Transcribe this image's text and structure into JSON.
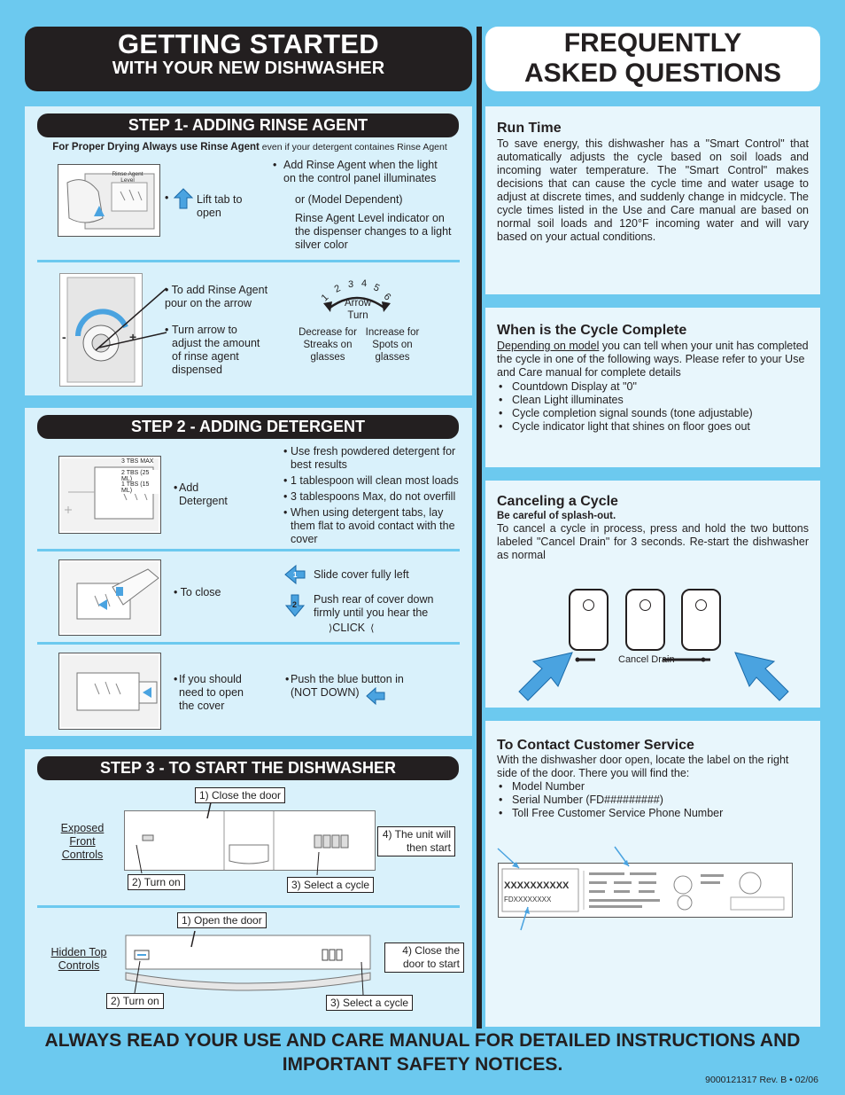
{
  "header_left": {
    "title": "GETTING STARTED",
    "subtitle": "WITH YOUR NEW DISHWASHER"
  },
  "header_right": {
    "title": "FREQUENTLY ASKED QUESTIONS"
  },
  "step1": {
    "title": "STEP 1- ADDING RINSE AGENT",
    "note_bold": "For Proper Drying Always use Rinse Agent",
    "note_rest": " even if your detergent containes Rinse Agent",
    "image_label": "Rinse Agent Level",
    "lift_tab": "Lift tab to open",
    "add_rinse": "Add Rinse Agent when the light on the control panel illuminates",
    "or_model": "or (Model Dependent)",
    "indicator": "Rinse Agent Level indicator on the dispenser changes to a light silver color",
    "pour": "To add Rinse Agent pour on the arrow",
    "turn": "Turn arrow to adjust the amount of rinse  agent dispensed",
    "dial_numbers": [
      "1",
      "2",
      "3",
      "4",
      "5",
      "6"
    ],
    "arrow_turn": "Arrow Turn",
    "decrease": "Decrease for Streaks on glasses",
    "increase": "Increase for Spots on glasses"
  },
  "step2": {
    "title": "STEP 2 - ADDING DETERGENT",
    "cup_labels": [
      "3 TBS MAX",
      "2 TBS (25 ML)",
      "1 TBS (15 ML)"
    ],
    "add_detergent": "Add Detergent",
    "bullets": [
      "Use fresh powdered detergent for best results",
      "1 tablespoon will clean most loads",
      "3 tablespoons Max, do not overfill",
      "When using detergent tabs, lay them flat to avoid contact with the cover"
    ],
    "to_close": "To close",
    "slide": "Slide cover fully left",
    "push_rear": "Push rear of cover down firmly until you hear the",
    "click": "CLICK",
    "open_cover": "If you should need to open the cover",
    "push_blue": "Push the blue button in (NOT DOWN)"
  },
  "step3": {
    "title": "STEP 3 - TO START THE DISHWASHER",
    "exposed": "Exposed Front Controls",
    "close_door": "1) Close the door",
    "turn_on": "2) Turn on",
    "select_cycle": "3) Select a cycle",
    "unit_start": "4) The unit will then start",
    "hidden": "Hidden Top Controls",
    "open_door": "1) Open the door",
    "turn_on_b": "2) Turn on",
    "select_cycle_b": "3) Select a cycle",
    "close_start": "4) Close the door to start"
  },
  "faq": {
    "run_time": {
      "title": "Run Time",
      "body": "To save energy, this dishwasher has a \"Smart Control\" that automatically adjusts the cycle based on soil loads and incoming water temperature. The \"Smart Control\" makes decisions that can cause the cycle time and water usage to adjust at discrete times, and suddenly change in midcycle. The cycle times listed in the Use and Care manual are based on normal soil loads and 120°F incoming water and will vary based on your actual conditions."
    },
    "cycle_complete": {
      "title": "When is the Cycle Complete",
      "underline": "Depending on model",
      "body": " you can tell when your unit has completed the cycle in one of the following ways. Please refer to your Use and Care manual for complete details",
      "items": [
        "Countdown Display at \"0\"",
        "Clean Light illuminates",
        "Cycle completion signal sounds (tone adjustable)",
        "Cycle indicator light that shines on floor goes out"
      ]
    },
    "canceling": {
      "title": "Canceling a Cycle",
      "warning": "Be careful of splash-out.",
      "body": "To cancel a cycle in process, press and hold the two buttons labeled \"Cancel Drain\" for 3 seconds. Re-start the dishwasher as normal",
      "cancel_label": "Cancel Drain"
    },
    "contact": {
      "title": "To Contact Customer Service",
      "body": "With the dishwasher door open, locate the label on the right side of the door. There you will find the:",
      "items": [
        "Model Number",
        "Serial Number (FD#########)",
        "Toll Free Customer Service Phone Number"
      ],
      "model_label": "XXXXXXXXXX",
      "serial_label": "FDXXXXXXXX"
    }
  },
  "footer": {
    "text": "ALWAYS READ YOUR USE AND CARE MANUAL FOR DETAILED INSTRUCTIONS AND IMPORTANT SAFETY NOTICES.",
    "rev": "9000121317 Rev. B • 02/06"
  }
}
